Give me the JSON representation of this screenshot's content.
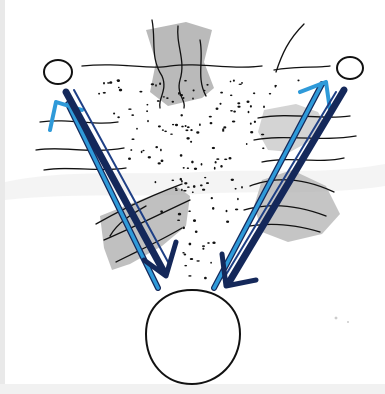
{
  "colors": {
    "background": "#ffffff",
    "frame_edge": "#e9e9e9",
    "smudge": "#eeeeee",
    "ink": "#111111",
    "shade": "#a9a9a9",
    "shade_light": "#c6c6c6",
    "arrow_light": "#2f9ad9",
    "arrow_dark": "#14285a"
  },
  "nodes": [
    {
      "id": "node-top-left",
      "role": "small circle"
    },
    {
      "id": "node-top-right",
      "role": "small circle"
    },
    {
      "id": "node-bottom",
      "role": "large circle"
    }
  ],
  "arrows": [
    {
      "id": "left-up",
      "from": "node-bottom",
      "to": "node-top-left",
      "color": "arrow_light"
    },
    {
      "id": "left-down",
      "from": "node-top-left",
      "to": "node-bottom",
      "color": "arrow_dark"
    },
    {
      "id": "right-up",
      "from": "node-bottom",
      "to": "node-top-right",
      "color": "arrow_light"
    },
    {
      "id": "right-down",
      "from": "node-top-right",
      "to": "node-bottom",
      "color": "arrow_dark"
    }
  ],
  "shaded_regions": [
    "top-center",
    "left-middle",
    "right-upper",
    "right-middle"
  ]
}
